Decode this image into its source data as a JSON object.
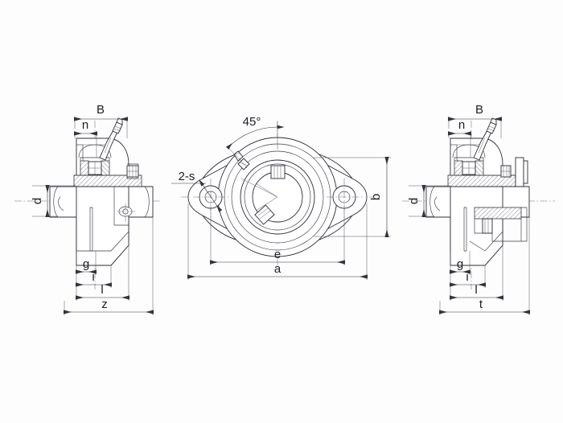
{
  "drawing": {
    "title": "Two-bolt flange bearing unit — dimensioned engineering drawing",
    "background_color": "#fdfdfd",
    "line_color": "#2b2b35",
    "dimension_color": "#1d1d24",
    "views": [
      {
        "id": "left-view",
        "name": "left-side-section-view",
        "description": "Side sectional elevation of flanged bearing unit with set-screw locking collar and grease nipple"
      },
      {
        "id": "front-view",
        "name": "front-elevation-view",
        "description": "Front view of rhombic (diamond) two-bolt flange housing with concentric bearing bore"
      },
      {
        "id": "right-view",
        "name": "right-side-section-view",
        "description": "Side sectional elevation with cover / end cap variant"
      }
    ],
    "dimensions_left": [
      {
        "label": "B",
        "name": "dimension-b-left",
        "orientation": "horizontal"
      },
      {
        "label": "n",
        "name": "dimension-n-left",
        "orientation": "horizontal"
      },
      {
        "label": "d",
        "name": "dimension-d-left",
        "orientation": "vertical"
      },
      {
        "label": "g",
        "name": "dimension-g-left",
        "orientation": "horizontal"
      },
      {
        "label": "i",
        "name": "dimension-i-left",
        "orientation": "horizontal"
      },
      {
        "label": "l",
        "name": "dimension-l-left",
        "orientation": "horizontal"
      },
      {
        "label": "z",
        "name": "dimension-z-left",
        "orientation": "horizontal"
      }
    ],
    "dimensions_front": [
      {
        "label": "45°",
        "name": "angle-45-callout",
        "orientation": "angular"
      },
      {
        "label": "2-s",
        "name": "callout-2-s",
        "orientation": "leader"
      },
      {
        "label": "b",
        "name": "dimension-b-front",
        "orientation": "vertical"
      },
      {
        "label": "e",
        "name": "dimension-e-front",
        "orientation": "horizontal"
      },
      {
        "label": "a",
        "name": "dimension-a-front",
        "orientation": "horizontal"
      }
    ],
    "dimensions_right": [
      {
        "label": "B",
        "name": "dimension-b-right",
        "orientation": "horizontal"
      },
      {
        "label": "n",
        "name": "dimension-n-right",
        "orientation": "horizontal"
      },
      {
        "label": "d",
        "name": "dimension-d-right",
        "orientation": "vertical"
      },
      {
        "label": "g",
        "name": "dimension-g-right",
        "orientation": "horizontal"
      },
      {
        "label": "i",
        "name": "dimension-i-right",
        "orientation": "horizontal"
      },
      {
        "label": "l",
        "name": "dimension-l-right",
        "orientation": "horizontal"
      },
      {
        "label": "t",
        "name": "dimension-t-right",
        "orientation": "horizontal"
      }
    ],
    "labels": {
      "b_upper": "B",
      "n": "n",
      "d": "d",
      "g": "g",
      "i": "i",
      "l": "l",
      "z": "z",
      "t": "t",
      "angle": "45°",
      "two_s": "2-s",
      "b_lower": "b",
      "e": "e",
      "a": "a"
    }
  }
}
